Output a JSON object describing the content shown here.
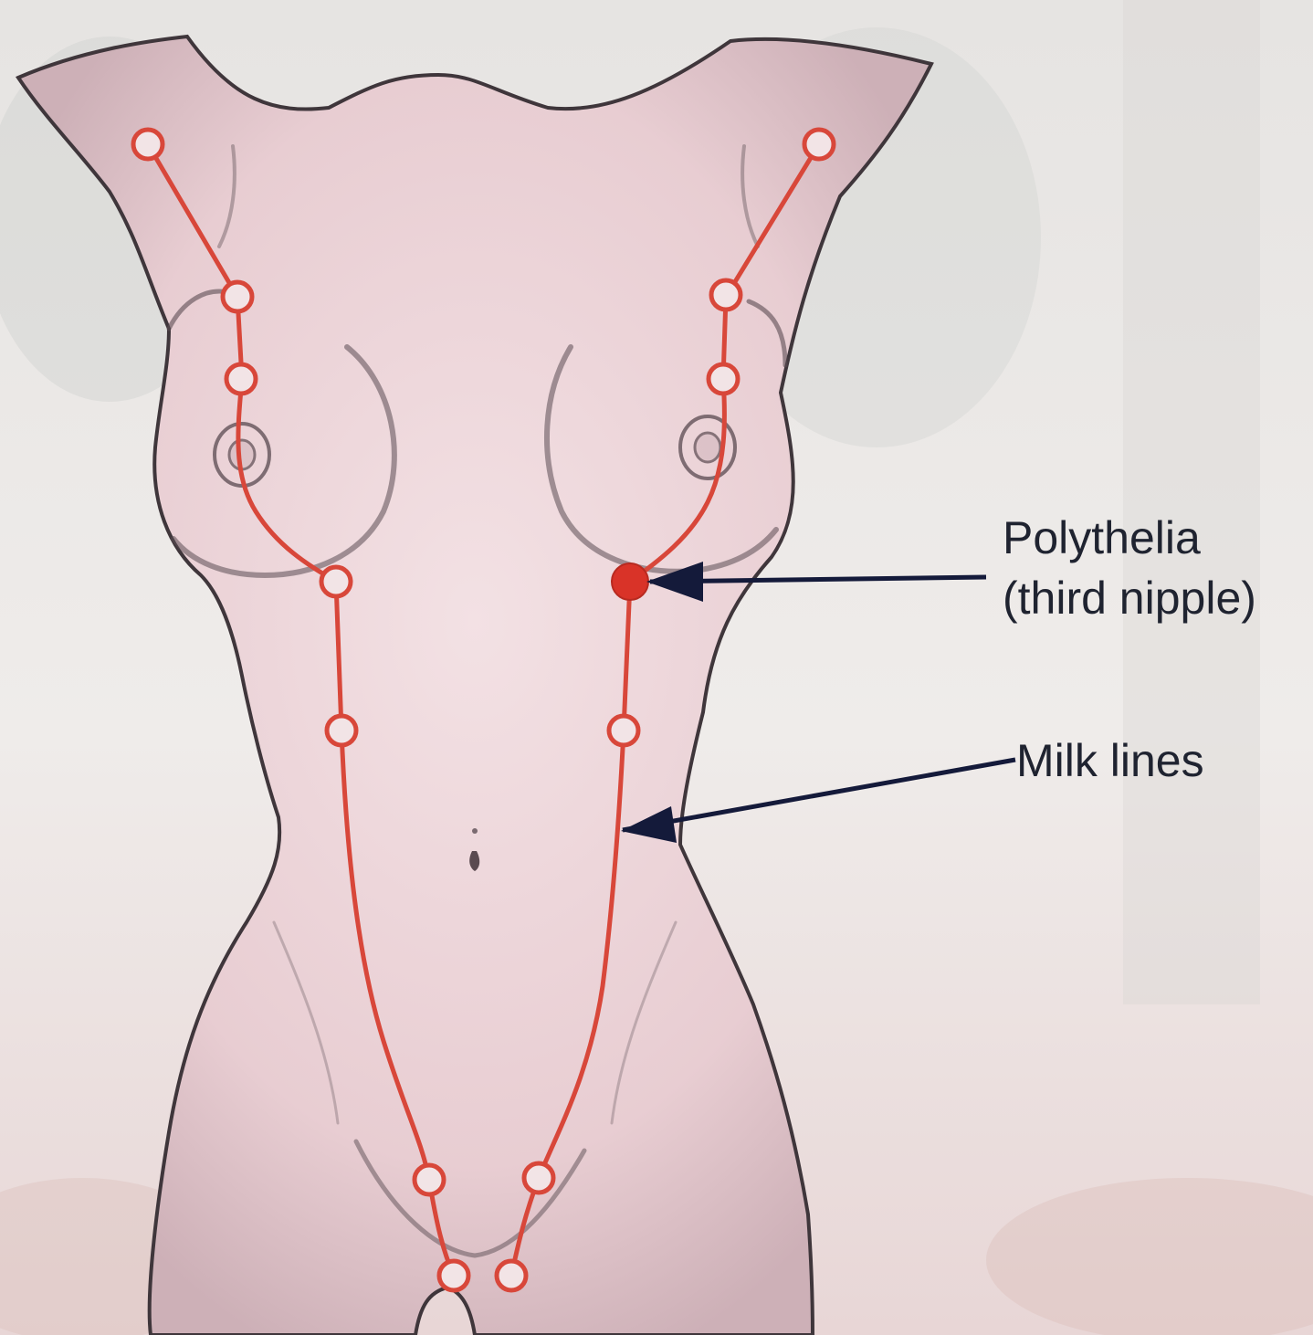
{
  "labels": {
    "polythelia_line1": "Polythelia",
    "polythelia_line2": "(third nipple)",
    "milk_lines": "Milk lines"
  },
  "colors": {
    "milk_line": "#d8473a",
    "highlight_dot": "#d93328",
    "arrow": "#141a3a",
    "skin": "#efd9dc",
    "skin_shadow": "#4a4045",
    "background": "#ece9e8"
  }
}
